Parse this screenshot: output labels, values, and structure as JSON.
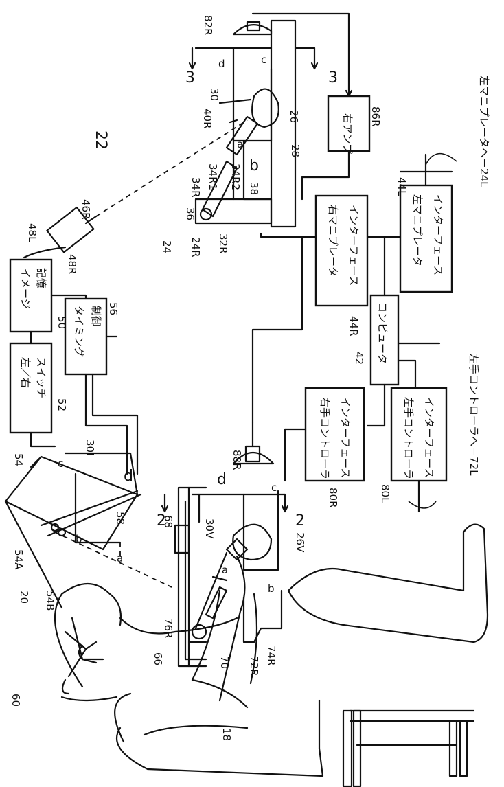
{
  "labels": {
    "n18": "18",
    "n20": "20",
    "n22": "22",
    "n24": "24",
    "n26": "26",
    "n26V": "26V",
    "n28": "28",
    "n30": "30",
    "n30I": "30I",
    "n30V": "30V",
    "n32R": "32R",
    "n34R": "34R",
    "n34R1": "34R1",
    "n34R2": "34R2",
    "n36": "36",
    "n38": "38",
    "n40R": "40R",
    "n42": "42",
    "n44R": "44R",
    "n44L": "44L",
    "n46R": "46R",
    "n48L": "48L",
    "n48R": "48R",
    "n50": "50",
    "n52": "52",
    "n54": "54",
    "n54A": "54A",
    "n54B": "54B",
    "n56": "56",
    "n58": "58",
    "n60": "60",
    "n66": "66",
    "n68": "68",
    "n70": "70",
    "n72R": "72R",
    "n74R": "74R",
    "n76R": "76R",
    "n80R": "80R",
    "n80L": "80L",
    "n82R": "82R",
    "n86R": "86R",
    "n88R": "88R",
    "n24R": "24R",
    "n3a": "3",
    "n3b": "3",
    "n2a": "2",
    "n2b": "2",
    "a1": "a",
    "a2": "a",
    "a3": "a",
    "b1": "b",
    "b2": "b",
    "b3": "b",
    "c1": "c",
    "c2": "c",
    "c3": "c",
    "d1": "d",
    "d2": "d",
    "d3": "d"
  },
  "boxes": {
    "right_amp": "右アンプ",
    "right_manip_if_1": "右マニプレータ",
    "right_manip_if_2": "インターフェース",
    "left_manip_if_1": "左マニプレータ",
    "left_manip_if_2": "インターフェース",
    "computer": "コンピュータ",
    "right_ctrl_if_1": "右手コントローラ",
    "right_ctrl_if_2": "インターフェース",
    "left_ctrl_if_1": "左手コントローラ",
    "left_ctrl_if_2": "インターフェース",
    "image_mem_1": "イメージ",
    "image_mem_2": "記憶",
    "timing_1": "タイミング",
    "timing_2": "制御",
    "lr_switch_1": "左／右",
    "lr_switch_2": "スイッチ"
  },
  "side_notes": {
    "to_left_manip": "左マニプレータへ－24L",
    "to_left_ctrl": "左手コントローラへ－72L"
  }
}
